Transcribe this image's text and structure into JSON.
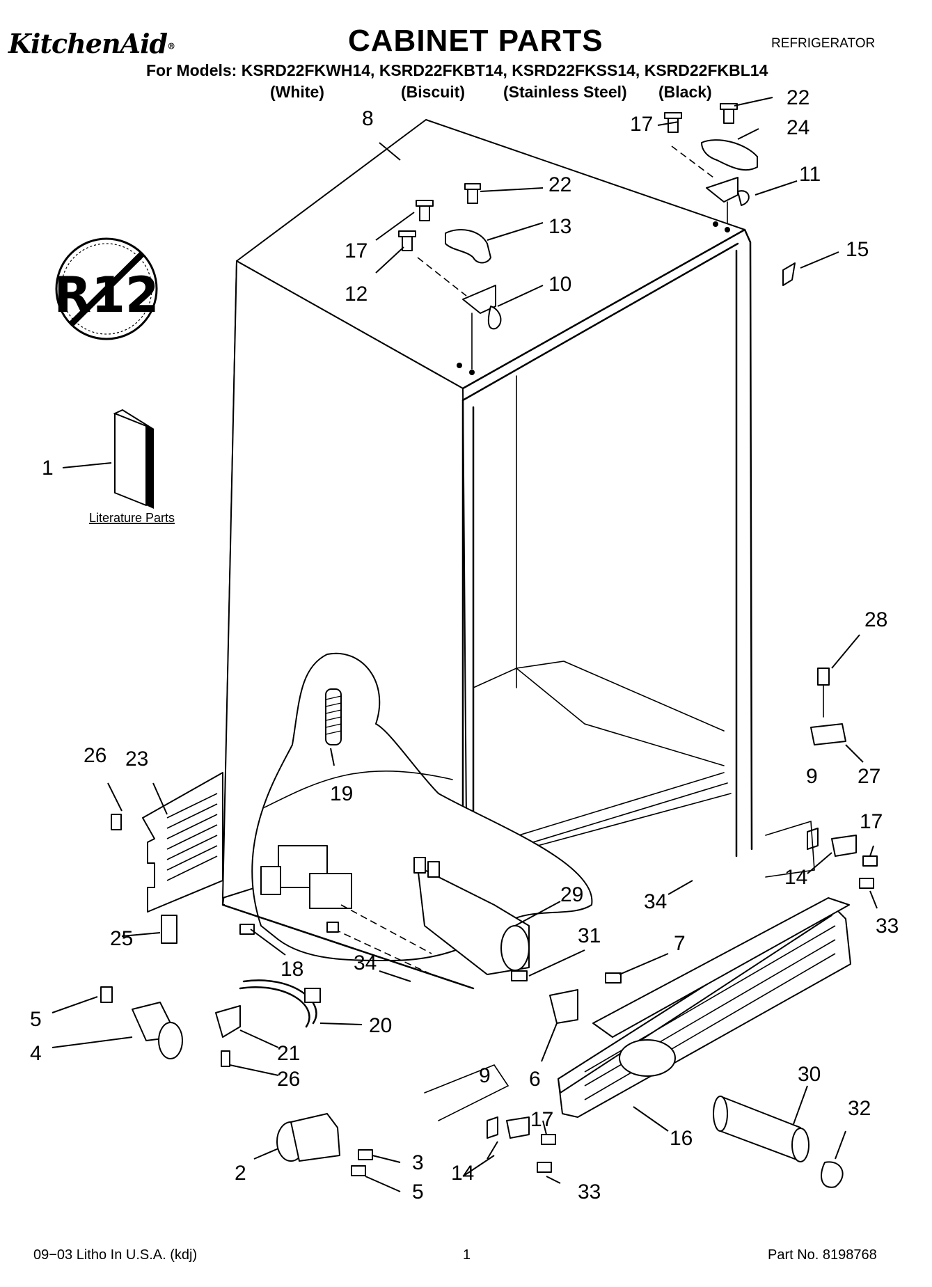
{
  "header": {
    "brand": "KitchenAid",
    "brand_mark": "®",
    "title": "CABINET PARTS",
    "category": "REFRIGERATOR",
    "models_line": "For Models: KSRD22FKWH14, KSRD22FKBT14, KSRD22FKSS14, KSRD22FKBL14",
    "variants": [
      "(White)",
      "(Biscuit)",
      "(Stainless Steel)",
      "(Black)"
    ]
  },
  "badge": {
    "text": "R12"
  },
  "literature": {
    "label": "Literature Parts"
  },
  "callouts": {
    "c1": "1",
    "c2": "2",
    "c3": "3",
    "c4": "4",
    "c5a": "5",
    "c5b": "5",
    "c6": "6",
    "c7": "7",
    "c8": "8",
    "c9a": "9",
    "c9b": "9",
    "c10": "10",
    "c11": "11",
    "c12": "12",
    "c13": "13",
    "c14a": "14",
    "c14b": "14",
    "c15": "15",
    "c16": "16",
    "c17a": "17",
    "c17b": "17",
    "c17c": "17",
    "c17d": "17",
    "c18": "18",
    "c19": "19",
    "c20": "20",
    "c21": "21",
    "c22a": "22",
    "c22b": "22",
    "c23": "23",
    "c24": "24",
    "c25": "25",
    "c26a": "26",
    "c26b": "26",
    "c27": "27",
    "c28": "28",
    "c29": "29",
    "c30": "30",
    "c31": "31",
    "c32": "32",
    "c33a": "33",
    "c33b": "33",
    "c34a": "34",
    "c34b": "34"
  },
  "footer": {
    "left": "09−03 Litho In U.S.A. (kdj)",
    "page": "1",
    "part_no": "Part No. 8198768"
  }
}
